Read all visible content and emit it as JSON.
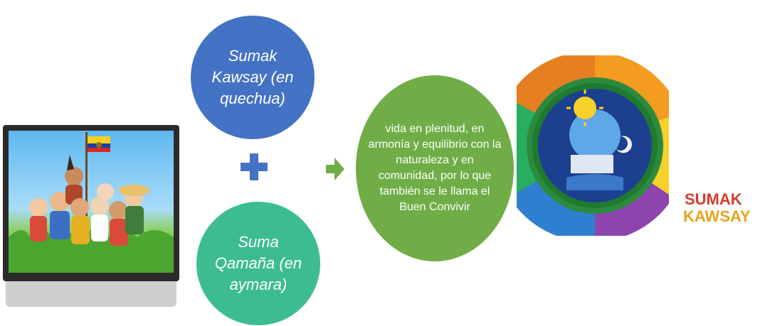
{
  "circle_top": {
    "text": "Sumak Kawsay (en quechua)"
  },
  "circle_bottom": {
    "text": "Suma Qamaña (en aymara)"
  },
  "circle_result": {
    "text": "vida en plenitud, en armonía y equilibrio con la naturaleza y en comunidad, por lo que también se le llama el Buen Convivir"
  },
  "logo": {
    "text": "SUMAK KAWSAY"
  },
  "colors": {
    "blue": "#4472c4",
    "teal": "#3dbd8f",
    "green": "#70ad47",
    "plus": "#4472c4",
    "arrow": "#70ad47"
  },
  "icons": {
    "plus": "plus-icon",
    "arrow": "arrow-right-icon"
  }
}
